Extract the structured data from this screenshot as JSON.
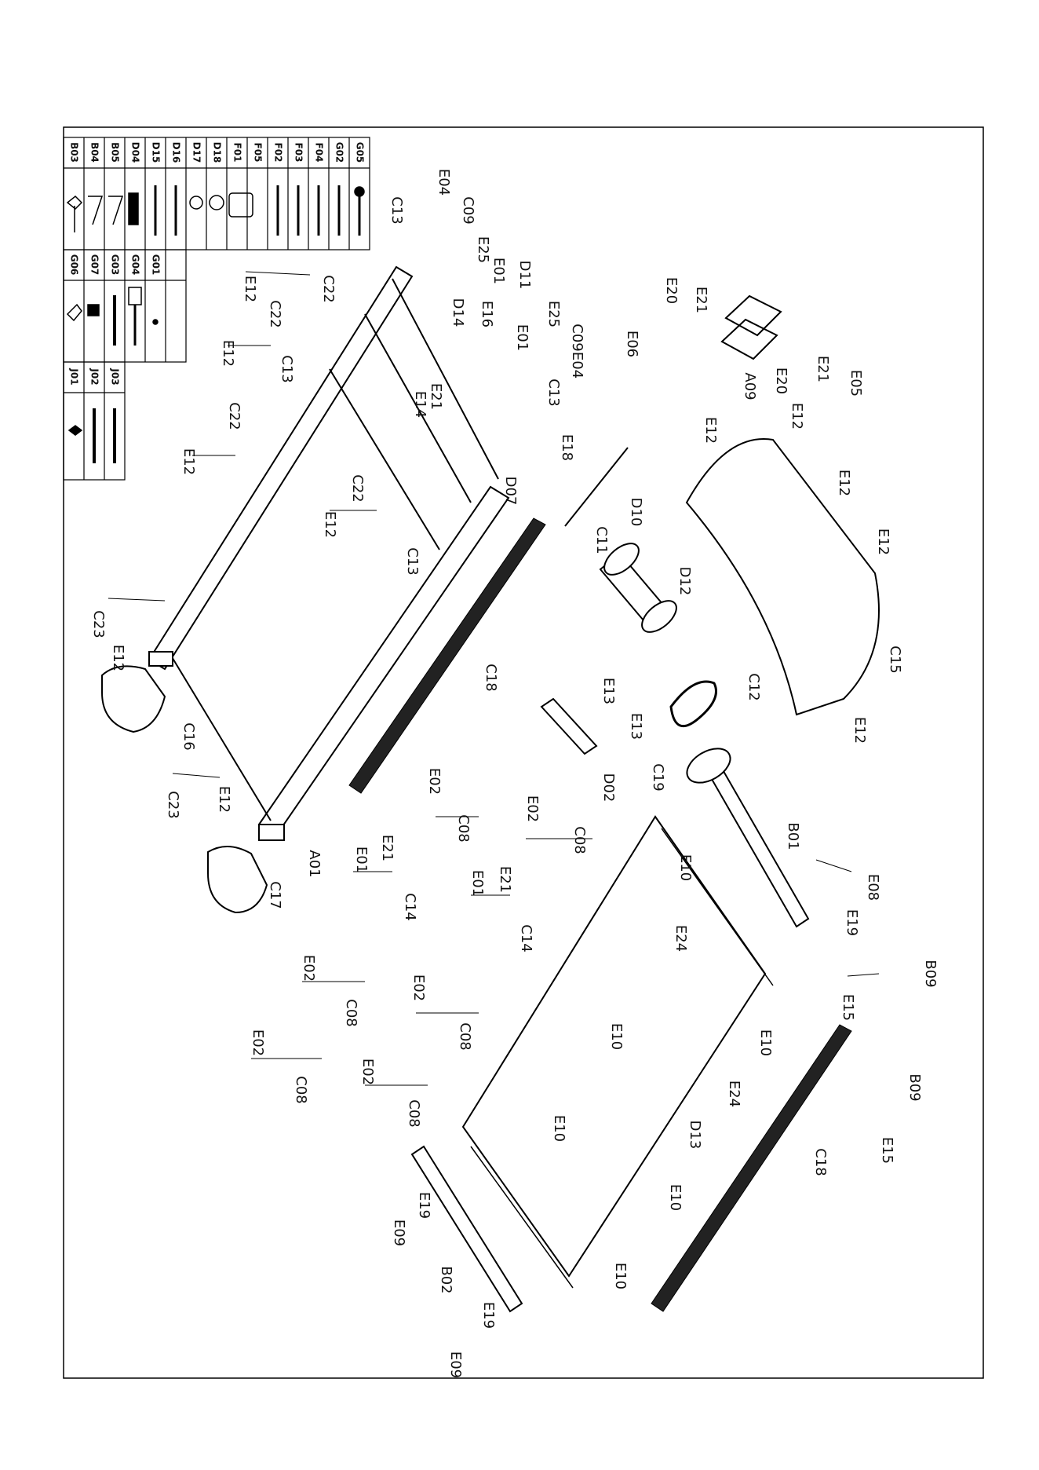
{
  "diagram": {
    "type": "exploded-parts-diagram",
    "frame_color": "#000000",
    "parts_table": {
      "rows": [
        [
          "B03",
          "B04",
          "B05",
          "D04",
          "D15",
          "D16",
          "D17",
          "D18",
          "F01",
          "F05",
          "F02",
          "F03",
          "F04",
          "G02",
          "G05"
        ],
        [
          "G06",
          "G07",
          "G03",
          "G04",
          "G01"
        ],
        [
          "J01",
          "J02",
          "J03"
        ]
      ]
    },
    "callouts": [
      {
        "id": "E04",
        "label": "E04"
      },
      {
        "id": "C13",
        "label": "C13"
      },
      {
        "id": "C09",
        "label": "C09"
      },
      {
        "id": "E25",
        "label": "E25"
      },
      {
        "id": "E01",
        "label": "E01"
      },
      {
        "id": "D11",
        "label": "D11"
      },
      {
        "id": "E12",
        "label": "E12"
      },
      {
        "id": "C22",
        "label": "C22"
      },
      {
        "id": "D14",
        "label": "D14"
      },
      {
        "id": "E16",
        "label": "E16"
      },
      {
        "id": "E21",
        "label": "E21"
      },
      {
        "id": "E14",
        "label": "E14"
      },
      {
        "id": "E18",
        "label": "E18"
      },
      {
        "id": "C23",
        "label": "C23"
      },
      {
        "id": "C16",
        "label": "C16"
      },
      {
        "id": "A01",
        "label": "A01"
      },
      {
        "id": "C17",
        "label": "C17"
      },
      {
        "id": "C14",
        "label": "C14"
      },
      {
        "id": "E02",
        "label": "E02"
      },
      {
        "id": "C08",
        "label": "C08"
      },
      {
        "id": "C18",
        "label": "C18"
      },
      {
        "id": "D07",
        "label": "D07"
      },
      {
        "id": "D10",
        "label": "D10"
      },
      {
        "id": "C11",
        "label": "C11"
      },
      {
        "id": "D12",
        "label": "D12"
      },
      {
        "id": "E13",
        "label": "E13"
      },
      {
        "id": "D02",
        "label": "D02"
      },
      {
        "id": "C12",
        "label": "C12"
      },
      {
        "id": "C15",
        "label": "C15"
      },
      {
        "id": "E06",
        "label": "E06"
      },
      {
        "id": "E20",
        "label": "E20"
      },
      {
        "id": "A09",
        "label": "A09"
      },
      {
        "id": "E05",
        "label": "E05"
      },
      {
        "id": "C19",
        "label": "C19"
      },
      {
        "id": "E10",
        "label": "E10"
      },
      {
        "id": "E24",
        "label": "E24"
      },
      {
        "id": "B01",
        "label": "B01"
      },
      {
        "id": "E08",
        "label": "E08"
      },
      {
        "id": "E19",
        "label": "E19"
      },
      {
        "id": "B09",
        "label": "B09"
      },
      {
        "id": "E15",
        "label": "E15"
      },
      {
        "id": "D13",
        "label": "D13"
      },
      {
        "id": "E09",
        "label": "E09"
      },
      {
        "id": "B02",
        "label": "B02"
      }
    ]
  }
}
